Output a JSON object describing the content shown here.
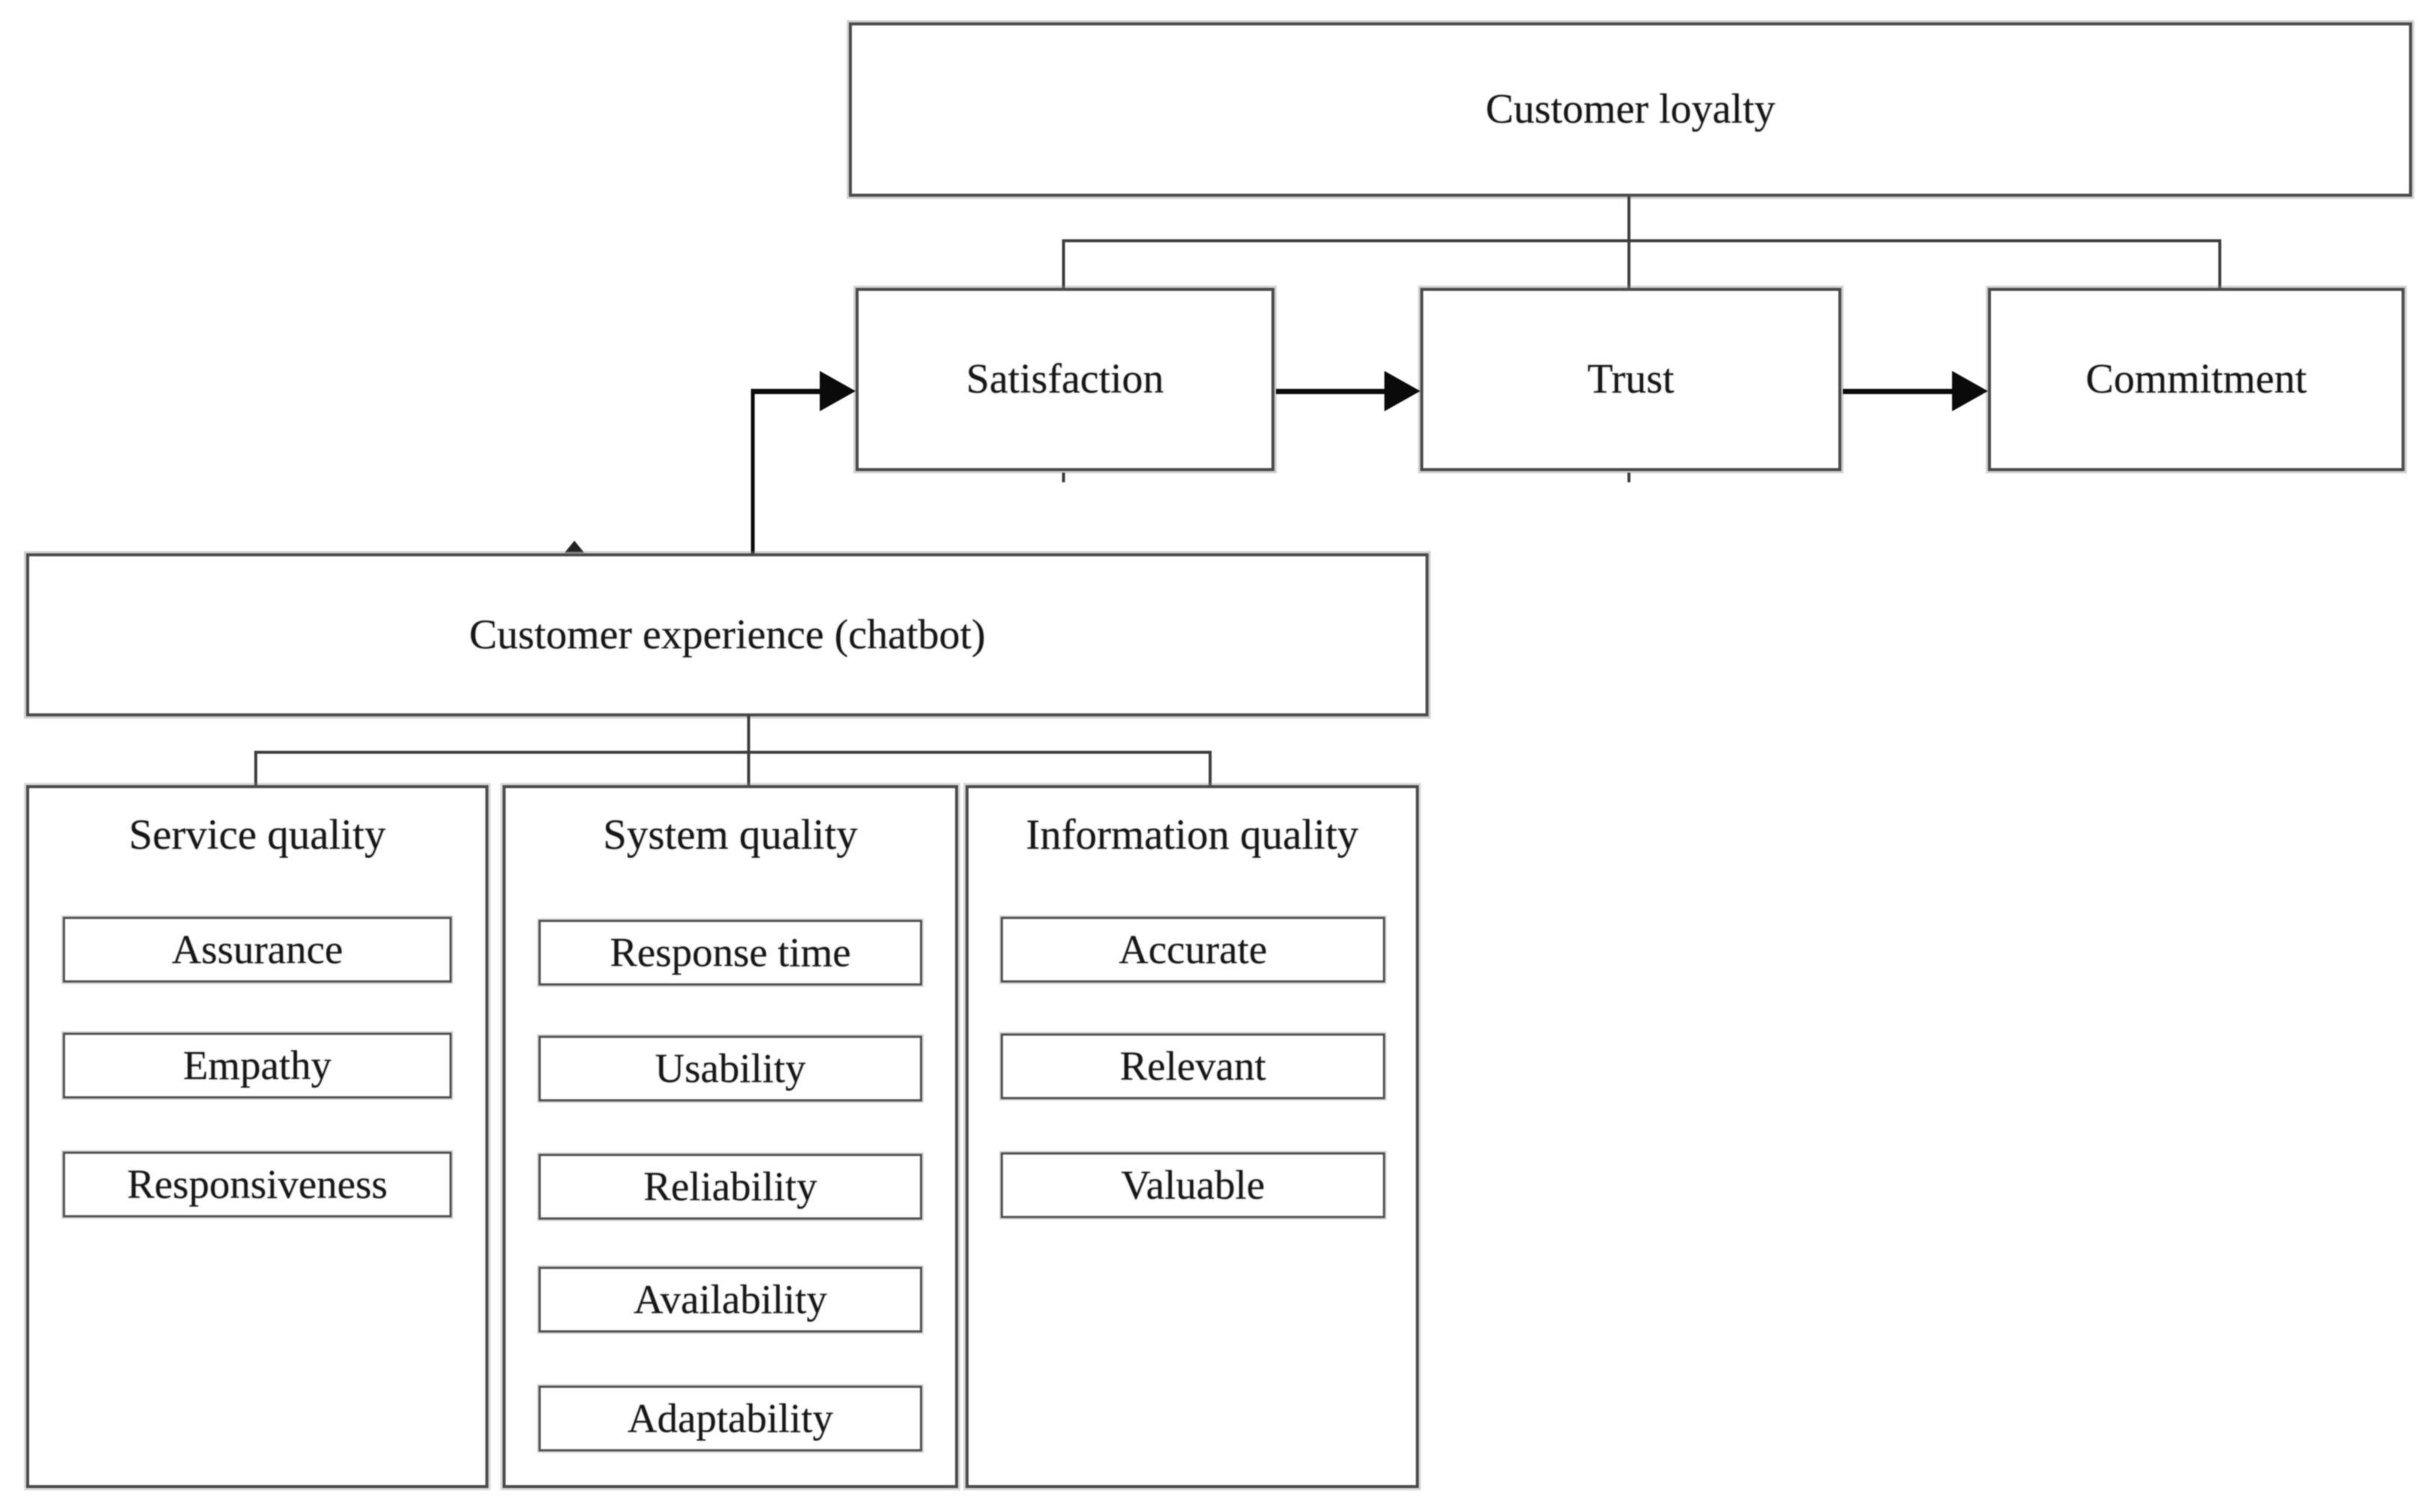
{
  "diagram": {
    "loyalty_label": "Customer loyalty",
    "mediators": [
      {
        "label": "Satisfaction"
      },
      {
        "label": "Trust"
      },
      {
        "label": "Commitment"
      }
    ],
    "experience_label": "Customer experience (chatbot)",
    "columns": [
      {
        "title": "Service quality",
        "items": [
          "Assurance",
          "Empathy",
          "Responsiveness"
        ]
      },
      {
        "title": "System quality",
        "items": [
          "Response time",
          "Usability",
          "Reliability",
          "Availability",
          "Adaptability"
        ]
      },
      {
        "title": "Information quality",
        "items": [
          "Accurate",
          "Relevant",
          "Valuable"
        ]
      }
    ],
    "colors": {
      "background": "#ffffff",
      "box_border": "#4a4a4a",
      "connector_line": "#3d3d3d",
      "arrow": "#0a0a0a",
      "text": "#171717"
    }
  }
}
